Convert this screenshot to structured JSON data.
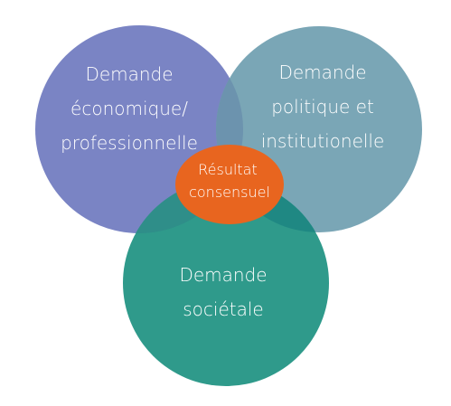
{
  "circles": [
    {
      "id": "economic",
      "lines": [
        "Demande",
        "économique/",
        "professionnelle"
      ],
      "color": "#7a84c4"
    },
    {
      "id": "political",
      "lines": [
        "Demande",
        "politique et",
        "institutionelle"
      ],
      "color": "#7aa6b6"
    },
    {
      "id": "societal",
      "lines": [
        "Demande",
        "sociétale"
      ],
      "color": "#2f9a8b"
    }
  ],
  "center": {
    "lines": [
      "Résultat",
      "consensuel"
    ],
    "color": "#e8651f"
  },
  "overlap_colors": {
    "economic_political": "#6c93ae",
    "political_societal": "#1f8883",
    "economic_societal": "#2f8e89"
  }
}
